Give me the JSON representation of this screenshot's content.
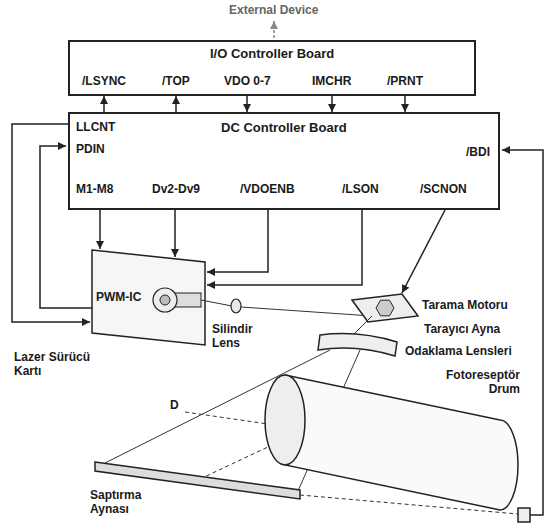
{
  "diagram": {
    "nodes": [
      {
        "text": [
          "I/O Controller Board",
          "/LSYNC",
          "/TOP",
          "VDO 0-7",
          "IMCHR",
          "/PRNT"
        ]
      },
      {
        "text": [
          "DC Controller Board",
          "LLCNT",
          "PDIN",
          "M1-M8",
          "Dv2-Dv9",
          "/VDOENB",
          "/LSON",
          "/SCNON",
          "/BDI"
        ]
      }
    ],
    "edges": [
      {
        "from": 1,
        "to": 0,
        "arrow": "to"
      },
      {
        "from": 1,
        "to": 0,
        "arrow": "to"
      },
      {
        "from": 0,
        "to": 1,
        "arrow": "to"
      },
      {
        "from": 0,
        "to": 1,
        "arrow": "to"
      },
      {
        "from": 0,
        "to": 1,
        "arrow": "to"
      }
    ],
    "labels": [
      "External Device",
      "PWM-IC",
      "Lazer Sürücü Kartı",
      "Silindir Lens",
      "Tarama Motoru",
      "Tarayıcı Ayna",
      "Odaklama Lensleri",
      "Fotoreseptör Drum",
      "D",
      "Saptırma Aynası"
    ]
  }
}
